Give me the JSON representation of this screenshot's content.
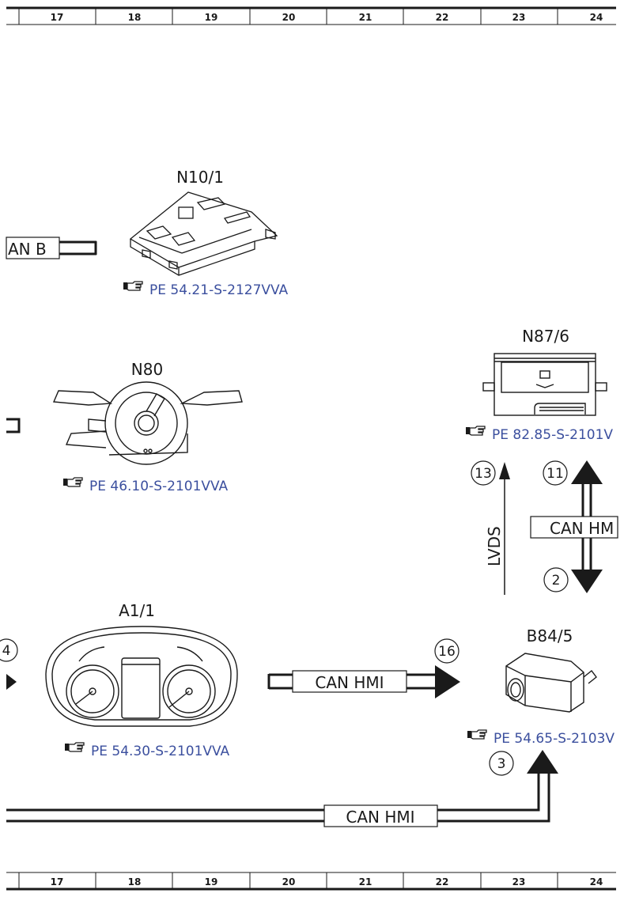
{
  "ruler": {
    "columns": [
      "17",
      "18",
      "19",
      "20",
      "21",
      "22",
      "23",
      "24"
    ]
  },
  "components": {
    "n10_1": {
      "label": "N10/1",
      "ref": "PE 54.21-S-2127VVA"
    },
    "n80": {
      "label": "N80",
      "ref": "PE 46.10-S-2101VVA"
    },
    "n87_6": {
      "label": "N87/6",
      "ref": "PE 82.85-S-2101V"
    },
    "a1_1": {
      "label": "A1/1",
      "ref": "PE 54.30-S-2101VVA"
    },
    "b84_5": {
      "label": "B84/5",
      "ref": "PE 54.65-S-2103V"
    }
  },
  "buses": {
    "can_b_left": "AN B",
    "can_hmi_a1": "CAN HMI",
    "can_hmi_n87": "CAN HM",
    "can_hmi_bottom": "CAN HMI",
    "lvds": "LVDS"
  },
  "markers": {
    "m4": "4",
    "m16": "16",
    "m13": "13",
    "m11": "11",
    "m2": "2",
    "m3": "3"
  },
  "icons": {
    "reference": "pointing-hand-icon"
  },
  "colors": {
    "link": "#3b4f9e",
    "ink": "#1a1a1a"
  }
}
